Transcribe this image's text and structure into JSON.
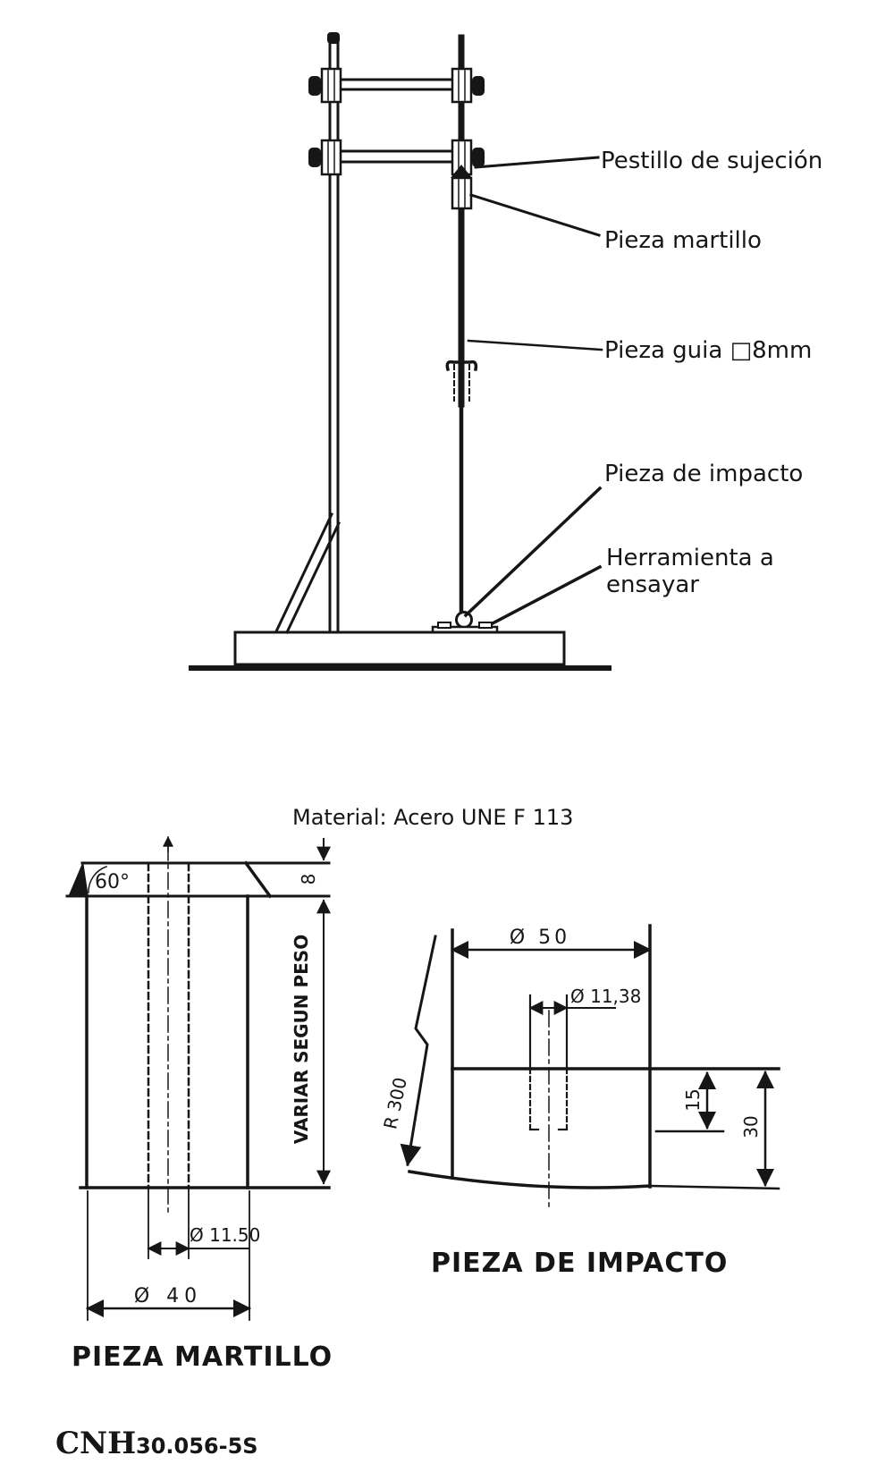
{
  "page": {
    "paper_color": "#ffffff",
    "ink_color": "#161616"
  },
  "apparatus": {
    "labels": {
      "pestillo": "Pestillo de sujeción",
      "martillo": "Pieza martillo",
      "guia": "Pieza guia □8mm",
      "impacto": "Pieza de impacto",
      "herramienta_line1": "Herramienta a",
      "herramienta_line2": "ensayar"
    }
  },
  "material_note": "Material: Acero UNE F 113",
  "martillo": {
    "title": "PIEZA MARTILLO",
    "dim_angle": "60°",
    "dim_head_height": "8",
    "dim_height_note": "VARIAR SEGUN PESO",
    "dim_hole": "Ø 11.50",
    "dim_outer": "Ø 40"
  },
  "impacto": {
    "title": "PIEZA DE IMPACTO",
    "dim_outer": "Ø 50",
    "dim_hole": "Ø 11,38",
    "dim_radius": "R 300",
    "dim_hole_depth": "15",
    "dim_height": "30"
  },
  "footer": {
    "code": "CNH",
    "number": "30.056-5S"
  }
}
